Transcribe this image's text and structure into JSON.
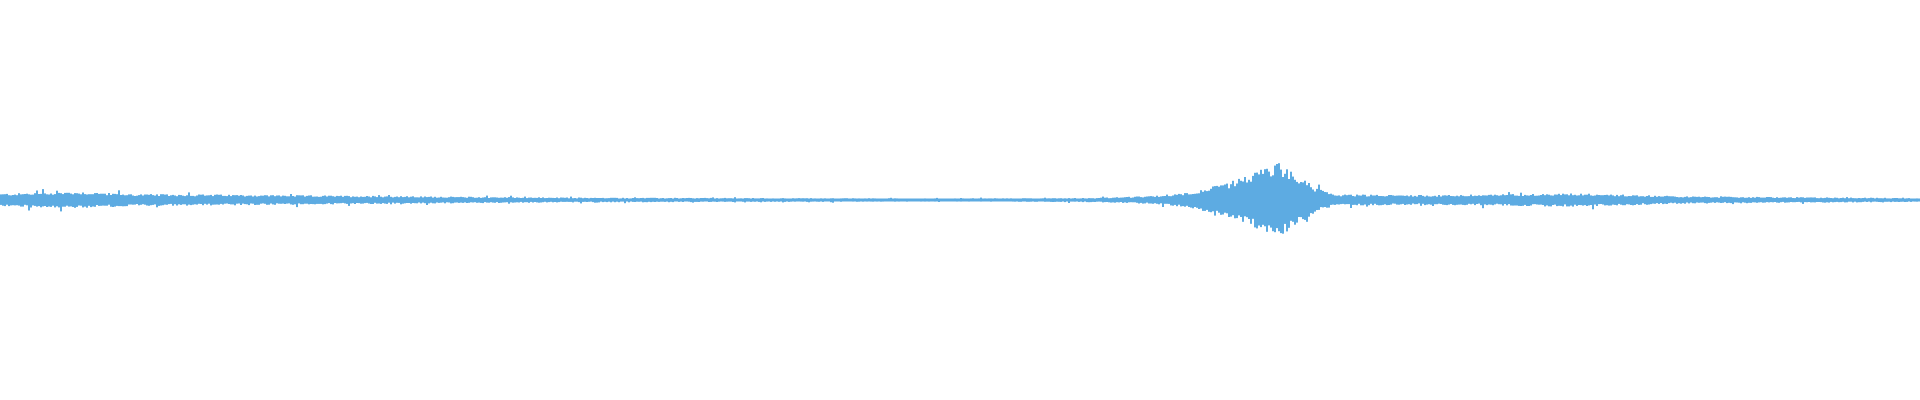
{
  "chart_data": {
    "type": "area",
    "title": "",
    "xlabel": "",
    "ylabel": "",
    "description_kind": "audio-waveform",
    "color": "#5DABE2",
    "ylim": [
      -1,
      1
    ],
    "xlim": [
      0,
      1
    ],
    "grid": false,
    "legend": "none",
    "envelope": [
      {
        "t": 0.0,
        "amp": 0.032
      },
      {
        "t": 0.04,
        "amp": 0.042
      },
      {
        "t": 0.07,
        "amp": 0.03
      },
      {
        "t": 0.11,
        "amp": 0.028
      },
      {
        "t": 0.2,
        "amp": 0.02
      },
      {
        "t": 0.3,
        "amp": 0.012
      },
      {
        "t": 0.5,
        "amp": 0.008
      },
      {
        "t": 0.57,
        "amp": 0.011
      },
      {
        "t": 0.6,
        "amp": 0.02
      },
      {
        "t": 0.62,
        "amp": 0.04
      },
      {
        "t": 0.64,
        "amp": 0.09
      },
      {
        "t": 0.655,
        "amp": 0.15
      },
      {
        "t": 0.665,
        "amp": 0.19
      },
      {
        "t": 0.675,
        "amp": 0.13
      },
      {
        "t": 0.685,
        "amp": 0.06
      },
      {
        "t": 0.695,
        "amp": 0.028
      },
      {
        "t": 0.75,
        "amp": 0.025
      },
      {
        "t": 0.82,
        "amp": 0.034
      },
      {
        "t": 0.88,
        "amp": 0.018
      },
      {
        "t": 1.0,
        "amp": 0.01
      }
    ]
  }
}
